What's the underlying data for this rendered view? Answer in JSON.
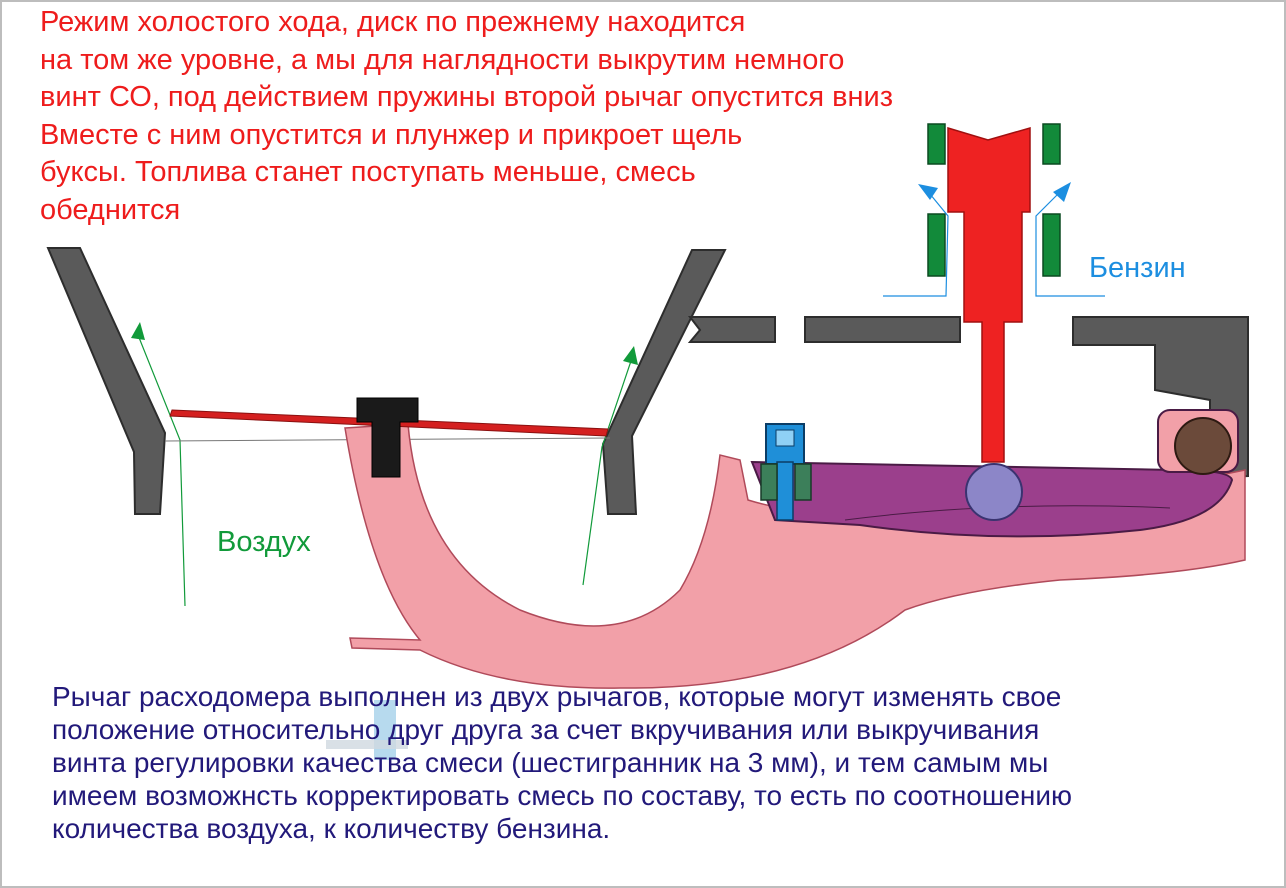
{
  "caption_top": {
    "lines": [
      "Режим холостого хода, диск по прежнему находится",
      "на том же уровне, а мы для наглядности выкрутим немного",
      "винт СО, под действием пружины  второй рычаг опустится вниз",
      "Вместе с ним опустится и плунжер и прикроет щель",
      "буксы. Топлива станет поступать меньше, смесь",
      "обеднится"
    ]
  },
  "labels": {
    "air": "Воздух",
    "fuel": "Бензин"
  },
  "caption_bottom": {
    "lines": [
      "Рычаг расходомера выполнен из двух рычагов, которые могут изменять свое",
      "положение относительно друг друга за счет вкручивания или выкручивания",
      "винта регулировки качества смеси (шестигранник на 3 мм), и тем самым мы",
      "имеем возможнсть корректировать смесь по составу, то есть по соотношению",
      "количества воздуха, к количеству бензина."
    ]
  },
  "colors": {
    "caption_top": "#ee1c1c",
    "caption_bottom": "#22197a",
    "air": "#119a3a",
    "fuel": "#1c8ee0",
    "housing": "#5a5a5a",
    "lever_pink": "#f2a0a8",
    "lever_purple": "#9b3f8c",
    "plunger": "#ee2222",
    "seal": "#128a3a",
    "adjust_screw": "#1f8fd8",
    "roller": "#8c86c8",
    "pivot": "#6b4a3a",
    "disk": "#d42020"
  }
}
